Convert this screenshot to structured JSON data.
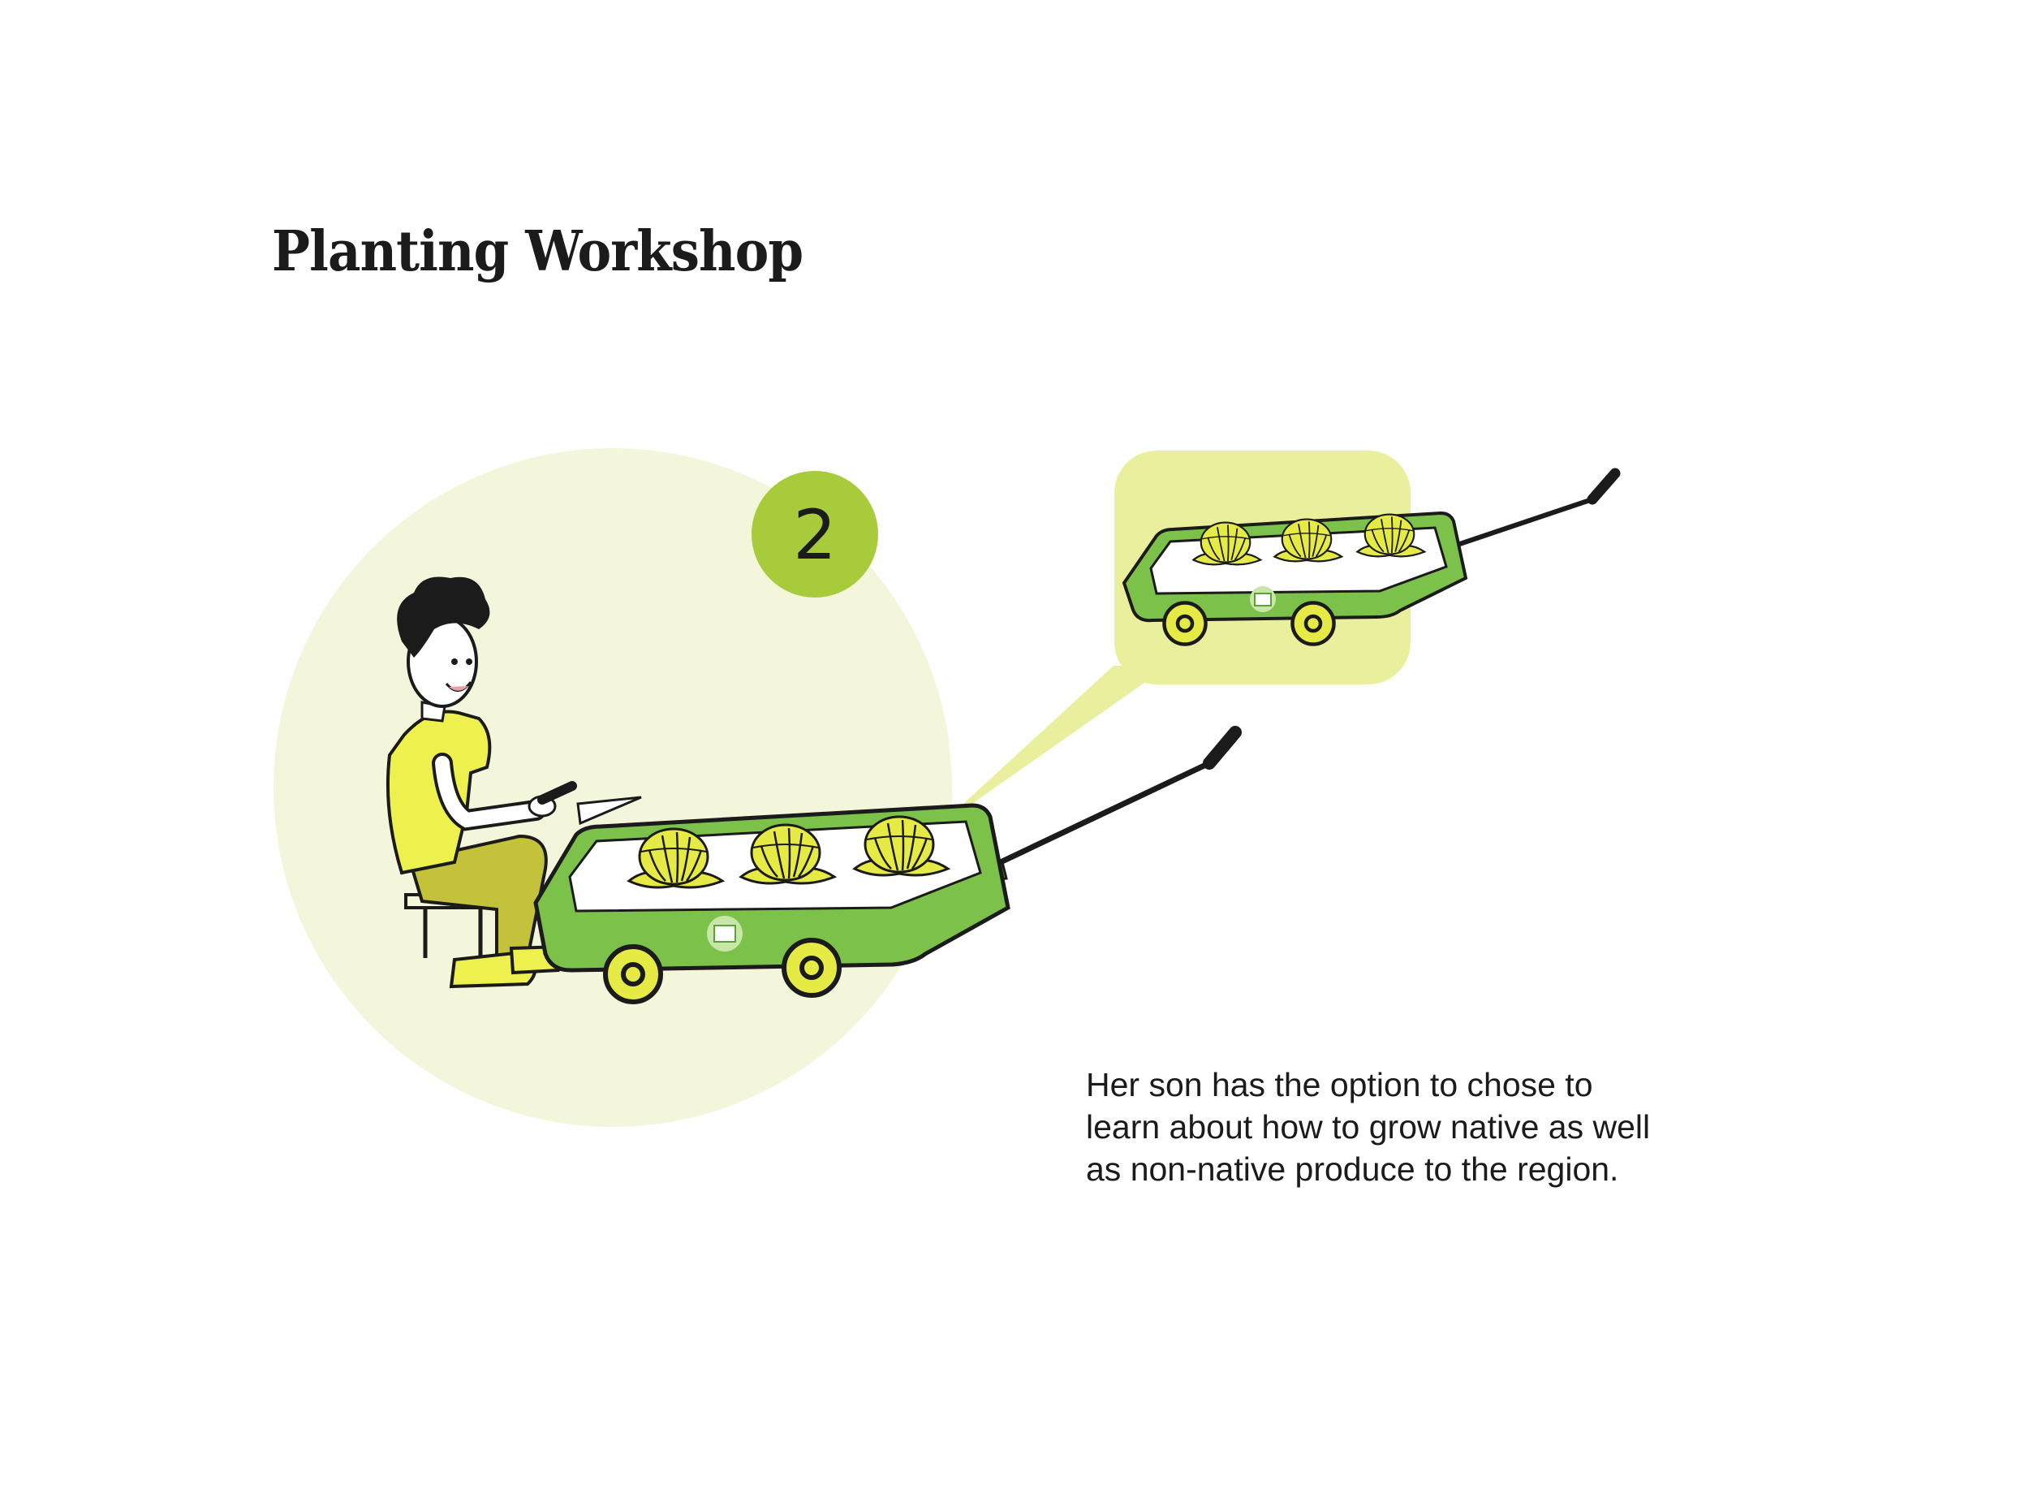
{
  "page": {
    "title": "Planting Workshop",
    "step_number": "2",
    "caption_lines": [
      "Her son has the option to chose to",
      "learn about how to grow native as well",
      "as non-native produce to the region."
    ]
  },
  "colors": {
    "background_circle": "#f4f6dc",
    "callout": "#e9ef9d",
    "badge": "#a7cb3b",
    "wagon_green": "#7cc24a",
    "wagon_dark": "#5aa532",
    "shirt_yellow": "#eef04d",
    "pants_olive": "#c4c23a",
    "plant_yellow": "#e6ea45",
    "ink": "#1b1b1b"
  },
  "icons": {
    "person": "child-with-trowel-icon",
    "wagon": "wagon-icon",
    "wagon_zoom": "wagon-zoom-icon"
  }
}
